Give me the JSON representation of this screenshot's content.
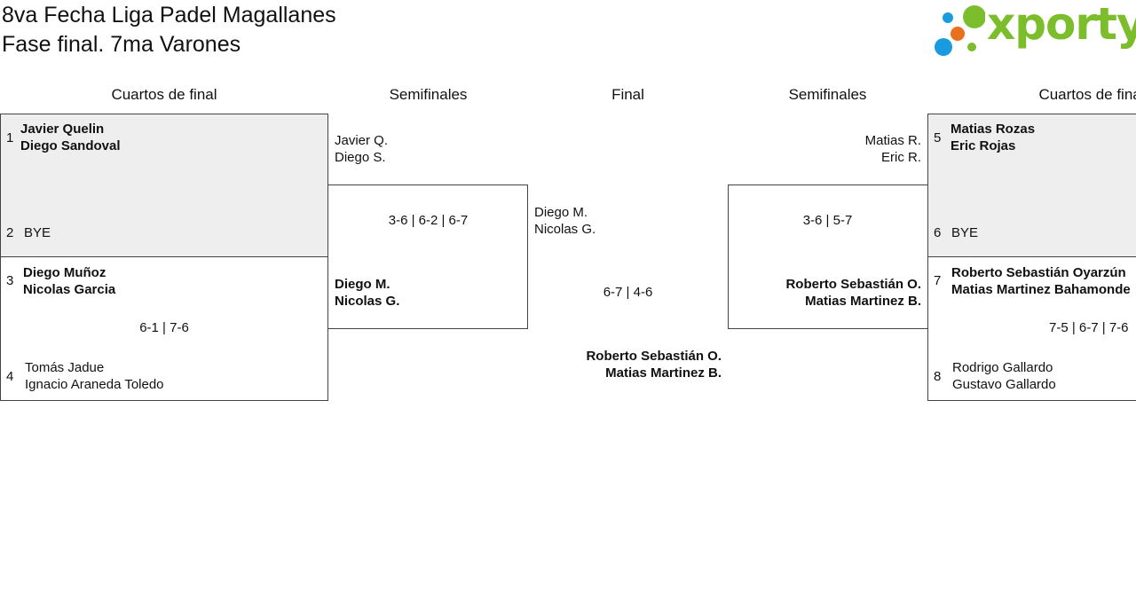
{
  "header": {
    "title_line1": "8va Fecha Liga Padel Magallanes",
    "title_line2": "Fase final. 7ma Varones"
  },
  "logo": {
    "text": "xporty",
    "dot_colors": [
      "#1a9be0",
      "#7cbd2c",
      "#e8701f",
      "#1a9be0"
    ]
  },
  "rounds": {
    "left_quarters": "Cuartos de final",
    "left_semis": "Semifinales",
    "final": "Final",
    "right_semis": "Semifinales",
    "right_quarters": "Cuartos de final"
  },
  "left_quarters": {
    "m1": {
      "seed_a": "1",
      "a1": "Javier Quelin",
      "a2": "Diego Sandoval",
      "seed_b": "2",
      "b1": "BYE"
    },
    "m2": {
      "seed_a": "3",
      "a1": "Diego Muñoz",
      "a2": "Nicolas Garcia",
      "score": "6-1 | 7-6",
      "seed_b": "4",
      "b1": "Tomás Jadue",
      "b2": "Ignacio Araneda Toledo"
    }
  },
  "left_semi": {
    "a1": "Javier Q.",
    "a2": "Diego S.",
    "score": "3-6 | 6-2 | 6-7",
    "b1": "Diego M.",
    "b2": "Nicolas G."
  },
  "final": {
    "a1": "Diego M.",
    "a2": "Nicolas G.",
    "score": "6-7 | 4-6",
    "b1": "Roberto Sebastián O.",
    "b2": "Matias Martinez B."
  },
  "right_semi": {
    "a1": "Matias R.",
    "a2": "Eric R.",
    "score": "3-6 | 5-7",
    "b1": "Roberto Sebastián O.",
    "b2": "Matias Martinez B."
  },
  "right_quarters": {
    "m1": {
      "seed_a": "5",
      "a1": "Matias Rozas",
      "a2": "Eric Rojas",
      "seed_b": "6",
      "b1": "BYE"
    },
    "m2": {
      "seed_a": "7",
      "a1": "Roberto Sebastián Oyarzún",
      "a2": "Matias Martinez Bahamonde",
      "score": "7-5 | 6-7 | 7-6",
      "seed_b": "8",
      "b1": "Rodrigo Gallardo",
      "b2": "Gustavo Gallardo"
    }
  }
}
